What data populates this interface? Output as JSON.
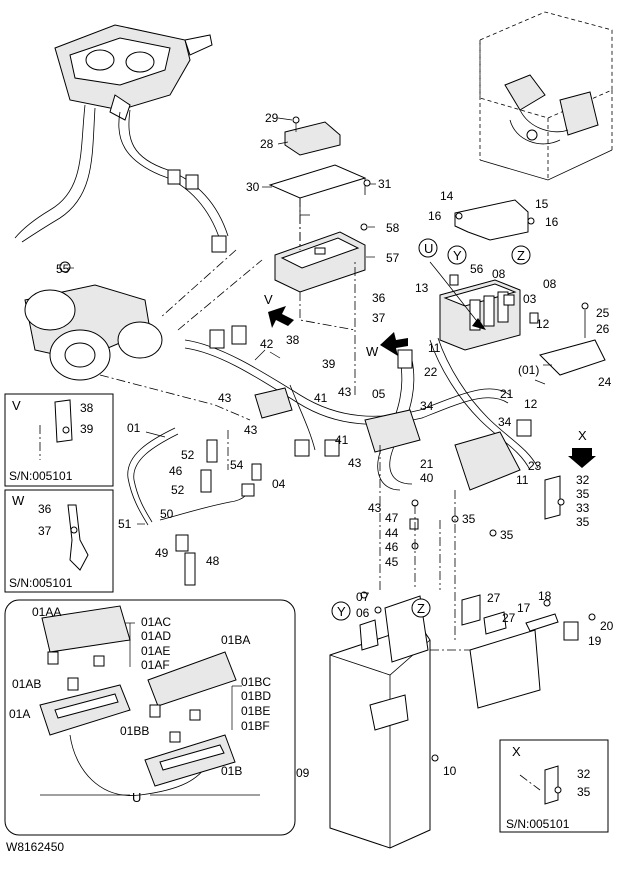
{
  "figure_id": "W8162450",
  "serial_note": "S/N:005101",
  "views": {
    "v": "V",
    "w": "W",
    "x": "X",
    "u": "U",
    "y": "Y",
    "z": "Z"
  },
  "callouts": {
    "c29": "29",
    "c28": "28",
    "c30": "30",
    "c31": "31",
    "c14": "14",
    "c15": "15",
    "c16a": "16",
    "c16b": "16",
    "c58": "58",
    "c57": "57",
    "c55": "55",
    "c56": "56",
    "c08a": "08",
    "c08b": "08",
    "c13": "13",
    "c03": "03",
    "c25": "25",
    "c26": "26",
    "c36": "36",
    "c37": "37",
    "c38": "38",
    "c39": "39",
    "c42": "42",
    "c12a": "12",
    "c12b": "12",
    "c11a": "11",
    "c11b": "11",
    "c22": "22",
    "c01l": "(01)",
    "c24": "24",
    "c43a": "43",
    "c43b": "43",
    "c43c": "43",
    "c43d": "43",
    "c43e": "43",
    "c41a": "41",
    "c41b": "41",
    "c05": "05",
    "c34a": "34",
    "c34b": "34",
    "c21a": "21",
    "c21b": "21",
    "c40": "40",
    "c23": "23",
    "c01": "01",
    "c52a": "52",
    "c52b": "52",
    "c54": "54",
    "c46a": "46",
    "c46b": "46",
    "c04": "04",
    "c51": "51",
    "c50": "50",
    "c49": "49",
    "c48": "48",
    "c32a": "32",
    "c35a": "35",
    "c33": "33",
    "c35b": "35",
    "c35c": "35",
    "c47": "47",
    "c44": "44",
    "c45": "45",
    "c07": "07",
    "c06": "06",
    "c27a": "27",
    "c27b": "27",
    "c17": "17",
    "c18": "18",
    "c20": "20",
    "c19": "19",
    "c10": "10",
    "c09": "09",
    "c32x": "32",
    "c35x": "35",
    "v38": "38",
    "v39": "39",
    "w36": "36",
    "w37": "37",
    "u01AA": "01AA",
    "u01AC": "01AC",
    "u01AD": "01AD",
    "u01AE": "01AE",
    "u01AF": "01AF",
    "u01AB": "01AB",
    "u01A": "01A",
    "u01BA": "01BA",
    "u01BC": "01BC",
    "u01BD": "01BD",
    "u01BE": "01BE",
    "u01BF": "01BF",
    "u01BB": "01BB",
    "u01B": "01B"
  }
}
